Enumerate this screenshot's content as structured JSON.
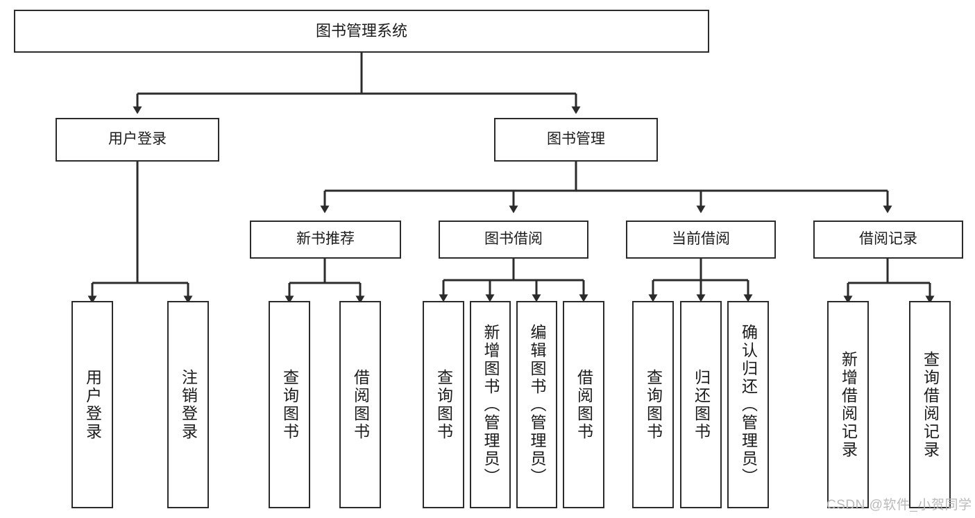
{
  "diagram": {
    "title": "图书管理系统",
    "type": "tree-hierarchy-chart",
    "watermark": "CSDN @软件_小贺同学",
    "colors": {
      "box_border": "#2b2b2b",
      "box_fill": "#ffffff",
      "edge": "#2b2b2b",
      "text": "#1b1b1b",
      "watermark": "#b9b9b9",
      "background": "#ffffff"
    },
    "nodes": {
      "root": {
        "label": "图书管理系统"
      },
      "level2": [
        {
          "id": "user-login",
          "label": "用户登录"
        },
        {
          "id": "book-manage",
          "label": "图书管理"
        }
      ],
      "level3": [
        {
          "id": "new-book-recommend",
          "label": "新书推荐"
        },
        {
          "id": "book-borrow",
          "label": "图书借阅"
        },
        {
          "id": "current-borrow",
          "label": "当前借阅"
        },
        {
          "id": "borrow-record",
          "label": "借阅记录"
        }
      ],
      "leaves": [
        {
          "id": "leaf-user-login",
          "label": "用户登录",
          "parent": "user-login"
        },
        {
          "id": "leaf-logout",
          "label": "注销登录",
          "parent": "user-login"
        },
        {
          "id": "leaf-query-book-1",
          "label": "查询图书",
          "parent": "new-book-recommend"
        },
        {
          "id": "leaf-borrow-book-1",
          "label": "借阅图书",
          "parent": "new-book-recommend"
        },
        {
          "id": "leaf-query-book-2",
          "label": "查询图书",
          "parent": "book-borrow"
        },
        {
          "id": "leaf-add-book",
          "label": "新增图书（管理员）",
          "parent": "book-borrow"
        },
        {
          "id": "leaf-edit-book",
          "label": "编辑图书（管理员）",
          "parent": "book-borrow"
        },
        {
          "id": "leaf-borrow-book-2",
          "label": "借阅图书",
          "parent": "book-borrow"
        },
        {
          "id": "leaf-query-book-3",
          "label": "查询图书",
          "parent": "current-borrow"
        },
        {
          "id": "leaf-return-book",
          "label": "归还图书",
          "parent": "current-borrow"
        },
        {
          "id": "leaf-confirm-return",
          "label": "确认归还（管理员）",
          "parent": "current-borrow"
        },
        {
          "id": "leaf-add-record",
          "label": "新增借阅记录",
          "parent": "borrow-record"
        },
        {
          "id": "leaf-query-record",
          "label": "查询借阅记录",
          "parent": "borrow-record"
        }
      ]
    }
  }
}
